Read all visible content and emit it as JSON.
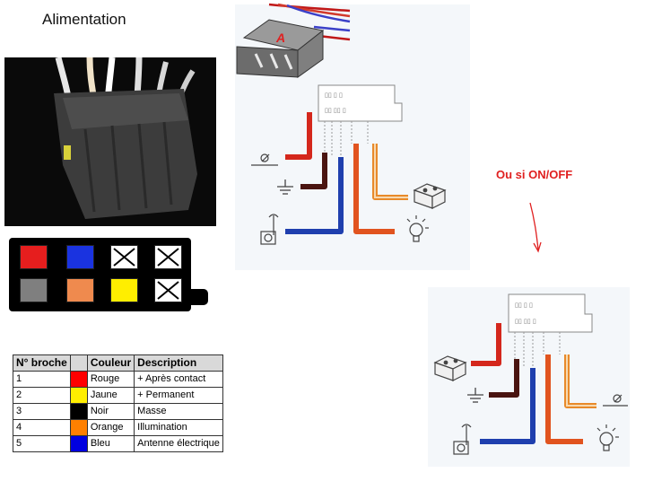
{
  "title": "Alimentation",
  "annotation": "Ou si ON/OFF",
  "connector_letter": "A",
  "colors": {
    "red": "#e61e1e",
    "blue": "#1a33e0",
    "gray": "#7f7f7f",
    "orange": "#ef8a4e",
    "yellow": "#ffee00",
    "black": "#000000",
    "wire_red": "#d4271c",
    "wire_brown": "#4a1410",
    "wire_blue": "#1f3fae",
    "wire_orange": "#e1541f",
    "wire_lightorange": "#e88a2a"
  },
  "table": {
    "headers": [
      "N° broche",
      "",
      "Couleur",
      "Description"
    ],
    "rows": [
      {
        "pin": "1",
        "color_hex": "#ff0000",
        "color": "Rouge",
        "description": "+ Après contact"
      },
      {
        "pin": "2",
        "color_hex": "#ffee00",
        "color": "Jaune",
        "description": "+ Permanent"
      },
      {
        "pin": "3",
        "color_hex": "#000000",
        "color": "Noir",
        "description": "Masse"
      },
      {
        "pin": "4",
        "color_hex": "#ff8000",
        "color": "Orange",
        "description": "Illumination"
      },
      {
        "pin": "5",
        "color_hex": "#0000e0",
        "color": "Bleu",
        "description": "Antenne électrique"
      }
    ]
  }
}
